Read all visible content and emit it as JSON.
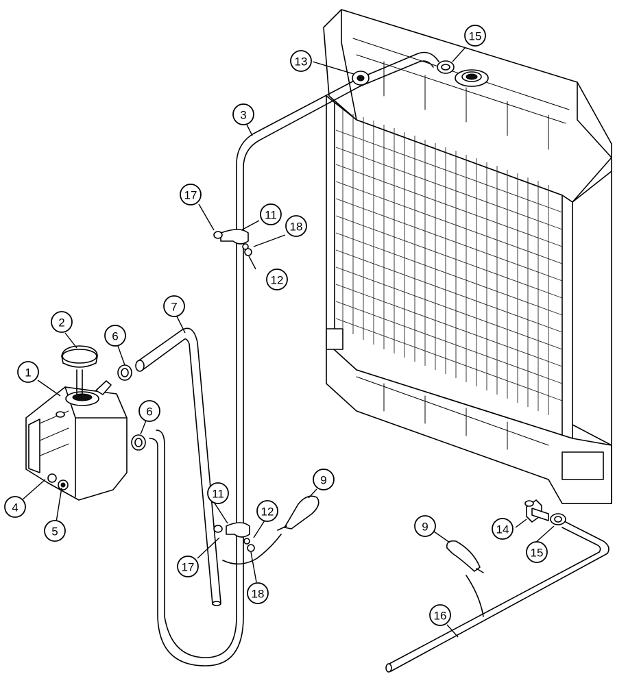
{
  "callouts": [
    {
      "id": "c1",
      "label": "1"
    },
    {
      "id": "c2",
      "label": "2"
    },
    {
      "id": "c3",
      "label": "3"
    },
    {
      "id": "c4",
      "label": "4"
    },
    {
      "id": "c5",
      "label": "5"
    },
    {
      "id": "c6a",
      "label": "6"
    },
    {
      "id": "c6b",
      "label": "6"
    },
    {
      "id": "c7",
      "label": "7"
    },
    {
      "id": "c9a",
      "label": "9"
    },
    {
      "id": "c9b",
      "label": "9"
    },
    {
      "id": "c11a",
      "label": "11"
    },
    {
      "id": "c11b",
      "label": "11"
    },
    {
      "id": "c12a",
      "label": "12"
    },
    {
      "id": "c12b",
      "label": "12"
    },
    {
      "id": "c13",
      "label": "13"
    },
    {
      "id": "c14",
      "label": "14"
    },
    {
      "id": "c15a",
      "label": "15"
    },
    {
      "id": "c15b",
      "label": "15"
    },
    {
      "id": "c16",
      "label": "16"
    },
    {
      "id": "c17a",
      "label": "17"
    },
    {
      "id": "c17b",
      "label": "17"
    },
    {
      "id": "c18a",
      "label": "18"
    },
    {
      "id": "c18b",
      "label": "18"
    }
  ]
}
